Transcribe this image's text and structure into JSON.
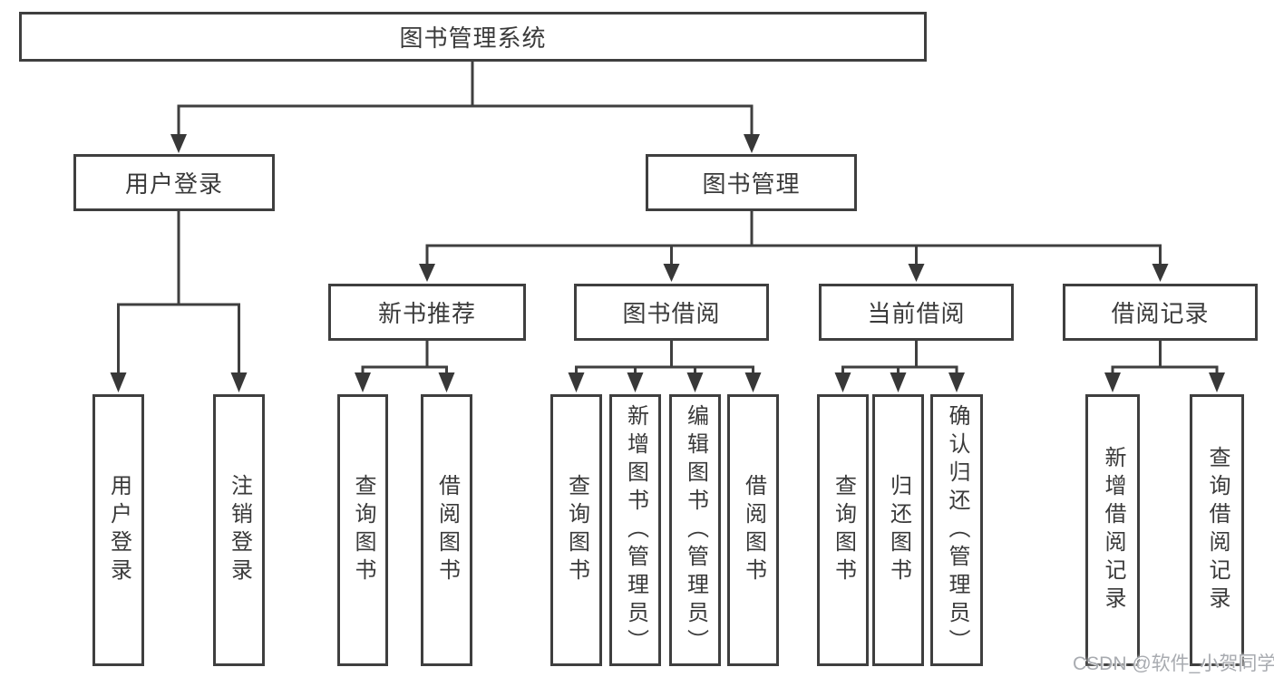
{
  "tree": {
    "root": {
      "label": "图书管理系统"
    },
    "branches": [
      {
        "label": "用户登录",
        "children": [
          {
            "label": "用户登录"
          },
          {
            "label": "注销登录"
          }
        ]
      },
      {
        "label": "图书管理",
        "children": [
          {
            "label": "新书推荐",
            "children": [
              {
                "label": "查询图书"
              },
              {
                "label": "借阅图书"
              }
            ]
          },
          {
            "label": "图书借阅",
            "children": [
              {
                "label": "查询图书"
              },
              {
                "label": "新增图书（管理员）"
              },
              {
                "label": "编辑图书（管理员）"
              },
              {
                "label": "借阅图书"
              }
            ]
          },
          {
            "label": "当前借阅",
            "children": [
              {
                "label": "查询图书"
              },
              {
                "label": "归还图书"
              },
              {
                "label": "确认归还（管理员）"
              }
            ]
          },
          {
            "label": "借阅记录",
            "children": [
              {
                "label": "新增借阅记录"
              },
              {
                "label": "查询借阅记录"
              }
            ]
          }
        ]
      }
    ]
  },
  "watermark": {
    "text": "CSDN @软件_小贺同学"
  },
  "colors": {
    "line": "#3f3f3f",
    "text": "#3a3a3a",
    "watermark": "#a8abb0",
    "background": "#ffffff"
  }
}
